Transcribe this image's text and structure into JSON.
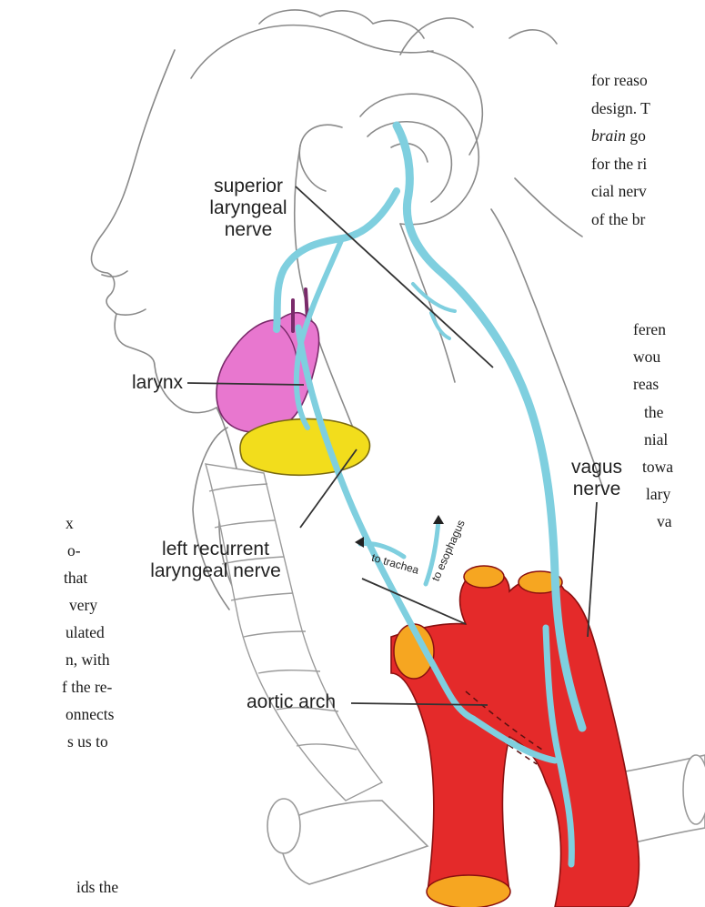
{
  "labels": {
    "superior": [
      "superior",
      "laryngeal",
      "nerve"
    ],
    "larynx": "larynx",
    "vagus": [
      "vagus",
      "nerve"
    ],
    "left_recurrent": [
      "left recurrent",
      "laryngeal nerve"
    ],
    "aortic_arch": "aortic arch",
    "to_trachea": "to trachea",
    "to_esophagus": "to esophagus"
  },
  "right_text": {
    "top_lines": [
      "for reaso",
      "design. T",
      "for the ri",
      "cial nerv",
      "of the br"
    ],
    "brain_line": {
      "italic": "brain",
      "rest": " go"
    },
    "lower_lines": [
      "feren",
      "wou",
      "reas",
      "the",
      "nial",
      "towa",
      "lary",
      "va"
    ]
  },
  "left_text": {
    "lines": [
      "x",
      "o-",
      "that",
      "very",
      "ulated",
      "n, with",
      "f the re-",
      "onnects",
      "s us to",
      "",
      "ids the"
    ]
  },
  "colors": {
    "nerve": "#7fcfdf",
    "larynx": "#e877cf",
    "thyroid": "#f2dd1c",
    "aorta": "#e42a2a",
    "aorta_opening": "#f6a621"
  }
}
